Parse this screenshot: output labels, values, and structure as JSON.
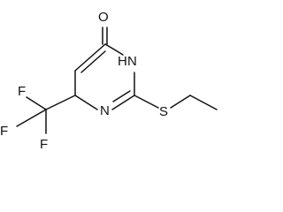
{
  "molecule": {
    "atoms": {
      "oxygen": "O",
      "nitrogen_h": "H",
      "nitrogen_h_n": "N",
      "nitrogen_ring": "N",
      "sulfur": "S",
      "fluorine_top": "F",
      "fluorine_left": "F",
      "fluorine_bottom": "F"
    }
  }
}
